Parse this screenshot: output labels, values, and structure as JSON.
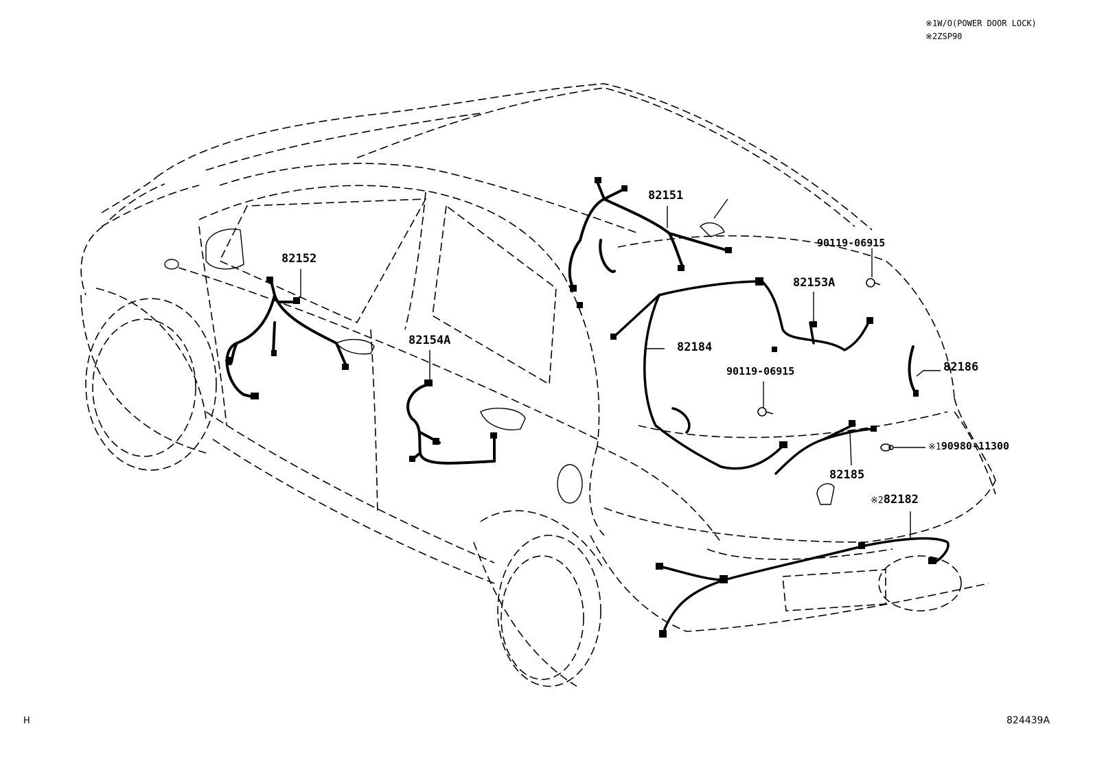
{
  "notes": [
    {
      "mark": "※1",
      "text": "W/O(POWER DOOR LOCK)"
    },
    {
      "mark": "※2",
      "text": "ZSP90"
    }
  ],
  "parts": {
    "p82151": "82151",
    "p82152": "82152",
    "p82153a": "82153A",
    "p82154a": "82154A",
    "p82184": "82184",
    "p82186": "82186",
    "p82185": "82185",
    "p82182": "82182",
    "p82182_mark": "※2",
    "bolt_upper": "90119-06915",
    "bolt_lower": "90119-06915",
    "grommet": "90980-11300",
    "grommet_mark": "※1"
  },
  "footer": {
    "left_code": "H",
    "diagram_id": "824439A"
  }
}
